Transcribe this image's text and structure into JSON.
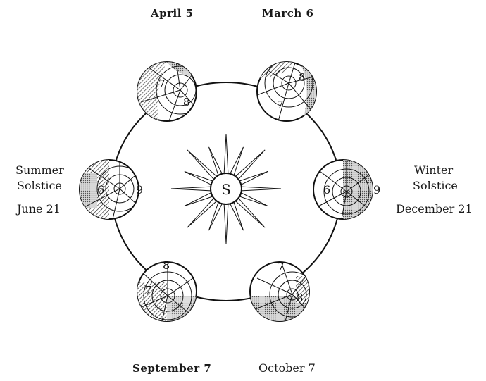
{
  "diagram": {
    "sun_label": "S",
    "globes": [
      {
        "id": "april",
        "date_label": "April 5",
        "numbers": [
          "7",
          "8"
        ]
      },
      {
        "id": "march",
        "date_label": "March 6",
        "numbers": [
          "8",
          "7"
        ]
      },
      {
        "id": "summer",
        "title_line1": "Summer",
        "title_line2": "Solstice",
        "date_label": "June 21",
        "numbers": [
          "6",
          "9"
        ]
      },
      {
        "id": "winter",
        "title_line1": "Winter",
        "title_line2": "Solstice",
        "date_label": "December 21",
        "numbers": [
          "6",
          "9"
        ]
      },
      {
        "id": "september",
        "date_label": "September 7",
        "numbers": [
          "8",
          "7"
        ]
      },
      {
        "id": "october",
        "date_label": "October 7",
        "numbers": [
          "7",
          "8"
        ]
      }
    ]
  }
}
